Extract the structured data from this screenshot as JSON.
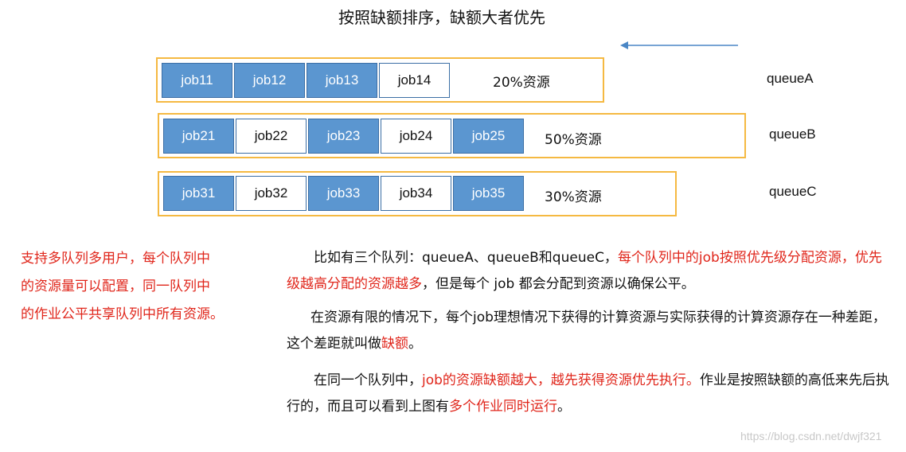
{
  "title": "按照缺额排序，缺额大者优先",
  "queues": [
    {
      "name": "queueA",
      "resource": "20%资源",
      "jobs": [
        {
          "label": "job11",
          "filled": true
        },
        {
          "label": "job12",
          "filled": true
        },
        {
          "label": "job13",
          "filled": true
        },
        {
          "label": "job14",
          "filled": false
        }
      ]
    },
    {
      "name": "queueB",
      "resource": "50%资源",
      "jobs": [
        {
          "label": "job21",
          "filled": true
        },
        {
          "label": "job22",
          "filled": false
        },
        {
          "label": "job23",
          "filled": true
        },
        {
          "label": "job24",
          "filled": false
        },
        {
          "label": "job25",
          "filled": true
        }
      ]
    },
    {
      "name": "queueC",
      "resource": "30%资源",
      "jobs": [
        {
          "label": "job31",
          "filled": true
        },
        {
          "label": "job32",
          "filled": false
        },
        {
          "label": "job33",
          "filled": true
        },
        {
          "label": "job34",
          "filled": false
        },
        {
          "label": "job35",
          "filled": true
        }
      ]
    }
  ],
  "left_note": {
    "line1": "支持多队列多用户，每个队列中",
    "line2": "的资源量可以配置，同一队列中",
    "line3": "的作业公平共享队列中所有资源。"
  },
  "para1": {
    "a": "比如有三个队列：queueA、queueB和queueC，",
    "b": "每个队列中的job按照优先级分配资源，",
    "c": "优先级越高分配的资源越多",
    "d": "，但是每个 job 都会分配到资源以确保公平。"
  },
  "para2": {
    "a": "在资源有限的情况下，每个job理想情况下获得的计算资源与实际获得的计算资源存",
    "b": "在一种差距，这个差距就叫做",
    "c": "缺额",
    "d": "。"
  },
  "para3": {
    "a": "在同一个队列中，",
    "b": "job的资源缺额越大，越先获得资源优先执行。",
    "c": "作业是按照缺额的",
    "d": "高低来先后执行的，而且可以看到上图有",
    "e": "多个作业同时运行",
    "f": "。"
  },
  "watermark": "https://blog.csdn.net/dwjf321",
  "colors": {
    "job_filled": "#5b96d0",
    "queue_border": "#f5b942",
    "highlight_red": "#e0261b",
    "arrow": "#4a86c5"
  }
}
